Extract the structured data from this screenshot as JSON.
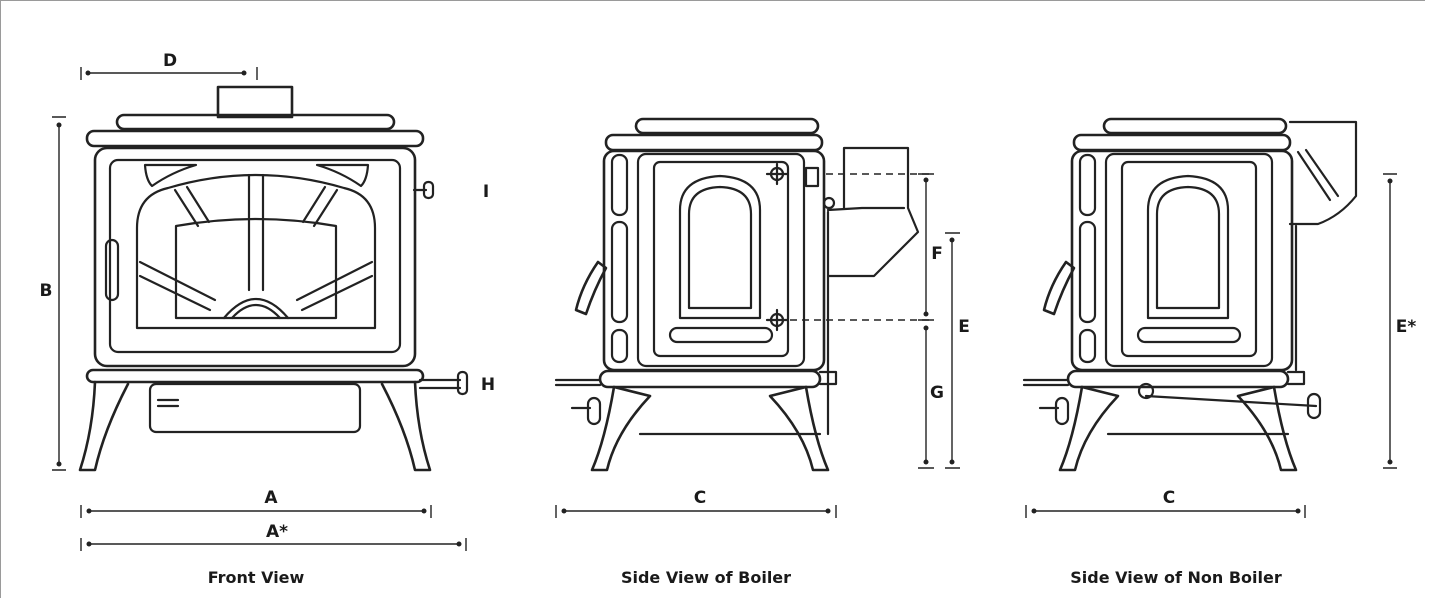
{
  "dimension_labels": {
    "a": "A",
    "a_star": "A*",
    "b": "B",
    "c": "C",
    "d": "D",
    "e": "E",
    "e_star": "E*",
    "f": "F",
    "g": "G",
    "h": "H",
    "i": "I"
  },
  "views": {
    "front": {
      "caption": "Front View"
    },
    "side_boiler": {
      "caption": "Side View of Boiler"
    },
    "side_non_boiler": {
      "caption": "Side View of Non Boiler"
    }
  }
}
